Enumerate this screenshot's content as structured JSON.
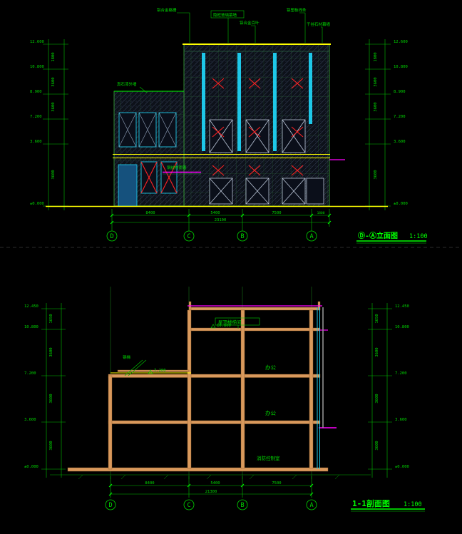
{
  "drawing": {
    "background": "#000000",
    "colors": {
      "dim_green": "#00d800",
      "bright_green": "#00ff00",
      "yellow": "#ffff00",
      "cyan": "#1ec8e8",
      "magenta": "#ff00ff",
      "red": "#ff2222",
      "slab_orange": "#d9995c",
      "gray": "#9a9a9a"
    }
  },
  "elevation": {
    "title": "Ⓓ-Ⓐ立面图",
    "scale": "1:100",
    "grid": [
      "D",
      "C",
      "B",
      "A"
    ],
    "annotations": [
      "铝合金格栅",
      "隐框玻璃幕墙",
      "铝合金百叶",
      "铝塑板线条",
      "干挂石材幕墙"
    ],
    "wall_note": "真石漆外墙",
    "canopy_note": "钢结构雨篷",
    "levels": [
      "12.600",
      "10.800",
      "8.900",
      "7.200",
      "3.600",
      "±0.000"
    ],
    "side_dims": [
      "1800",
      "3600",
      "3600",
      "3600"
    ],
    "bottom_dims": [
      "8400",
      "5400",
      "7500",
      "1800"
    ],
    "bottom_total": "23100"
  },
  "section": {
    "title": "1-1剖面图",
    "scale": "1:100",
    "grid": [
      "D",
      "C",
      "B",
      "A"
    ],
    "roof_label": "屋顶楼梯间",
    "ladder_note": "钢梯",
    "rooms": [
      "办公",
      "办公",
      "消防控制室"
    ],
    "inner_levels": [
      "10.800",
      "7.200"
    ],
    "levels": [
      "12.450",
      "10.800",
      "7.200",
      "3.600",
      "±0.000"
    ],
    "side_dims": [
      "1650",
      "3600",
      "3600",
      "3600"
    ],
    "bottom_dims": [
      "8400",
      "5400",
      "7500"
    ],
    "bottom_total": "21300"
  }
}
